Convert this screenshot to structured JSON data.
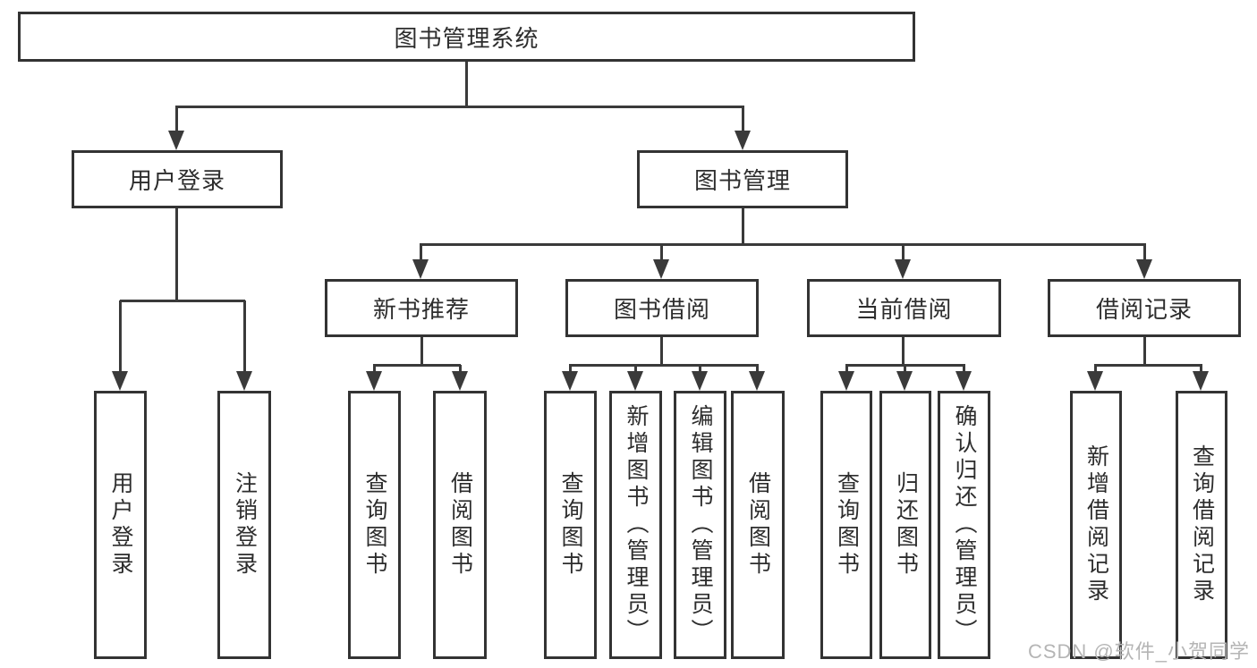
{
  "colors": {
    "line": "#3a3a3a",
    "box_border": "#333333",
    "text": "#2d2d2d",
    "watermark": "#b5b5b5",
    "background": "#ffffff"
  },
  "watermark": {
    "text": "CSDN @软件_小贺同学"
  },
  "tree": {
    "label": "图书管理系统",
    "children": [
      {
        "label": "用户登录",
        "children": [
          {
            "label": "用户登录"
          },
          {
            "label": "注销登录"
          }
        ]
      },
      {
        "label": "图书管理",
        "children": [
          {
            "label": "新书推荐",
            "children": [
              {
                "label": "查询图书"
              },
              {
                "label": "借阅图书"
              }
            ]
          },
          {
            "label": "图书借阅",
            "children": [
              {
                "label": "查询图书"
              },
              {
                "label": "新增图书（管理员）"
              },
              {
                "label": "编辑图书（管理员）"
              },
              {
                "label": "借阅图书"
              }
            ]
          },
          {
            "label": "当前借阅",
            "children": [
              {
                "label": "查询图书"
              },
              {
                "label": "归还图书"
              },
              {
                "label": "确认归还（管理员）"
              }
            ]
          },
          {
            "label": "借阅记录",
            "children": [
              {
                "label": "新增借阅记录"
              },
              {
                "label": "查询借阅记录"
              }
            ]
          }
        ]
      }
    ]
  }
}
